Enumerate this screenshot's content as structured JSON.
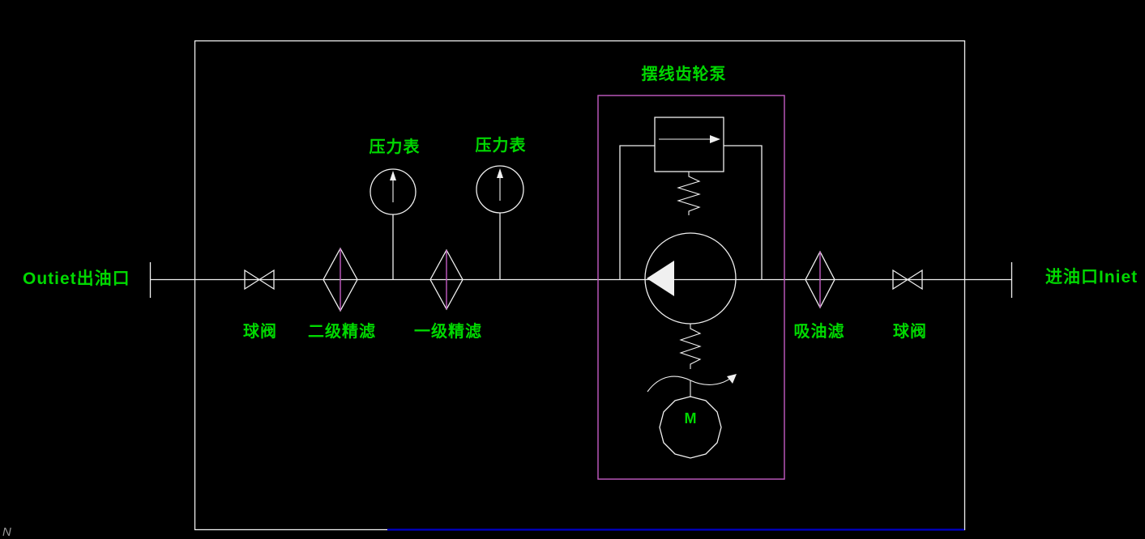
{
  "colors": {
    "background": "#000000",
    "line": "#f0f0f0",
    "text": "#00d800",
    "magenta": "#c45cc4",
    "blue": "#0000c8",
    "gray": "#9a9a9a"
  },
  "ports": {
    "outlet_label": "Outiet出油口",
    "inlet_label": "进油口Iniet"
  },
  "components": {
    "pump_group_title": "摆线齿轮泵",
    "ball_valve_left": "球阀",
    "secondary_filter": "二级精滤",
    "pressure_gauge_left": "压力表",
    "primary_filter": "一级精滤",
    "pressure_gauge_right": "压力表",
    "suction_filter": "吸油滤",
    "ball_valve_right": "球阀",
    "motor_label": "M"
  },
  "corner_mark": "N"
}
